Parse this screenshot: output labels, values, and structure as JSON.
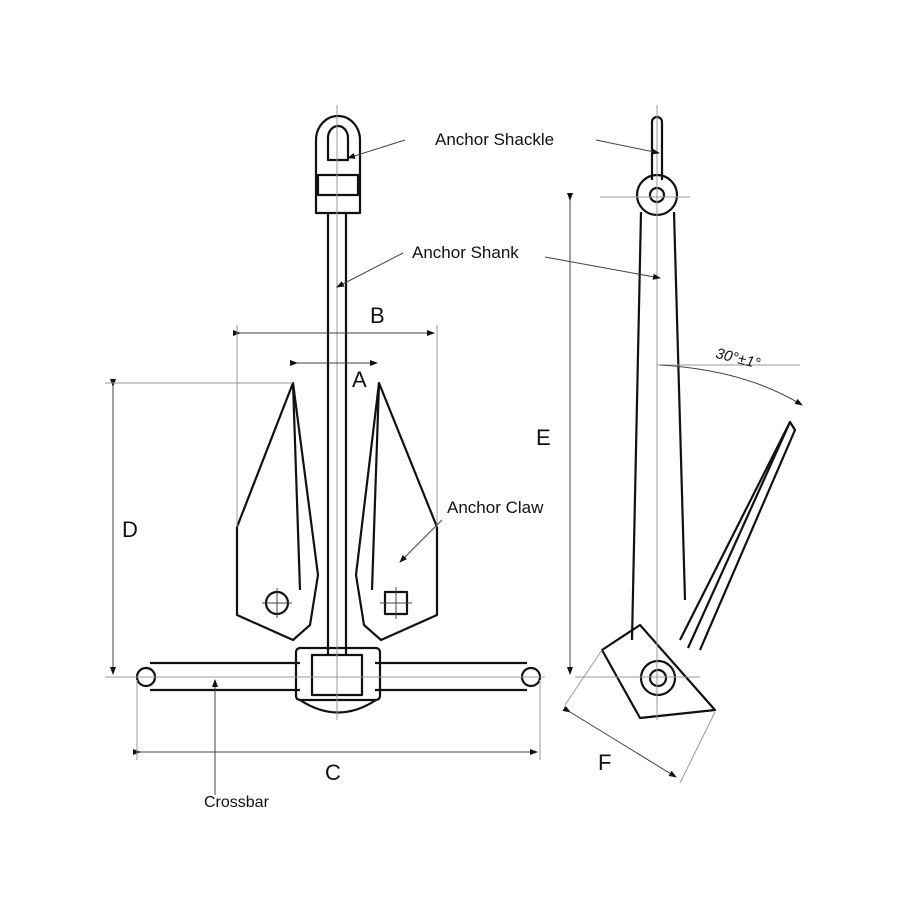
{
  "labels": {
    "shackle": "Anchor Shackle",
    "shank": "Anchor Shank",
    "claw": "Anchor Claw",
    "crossbar": "Crossbar"
  },
  "dimensions": {
    "a": "A",
    "b": "B",
    "c": "C",
    "d": "D",
    "e": "E",
    "f": "F"
  },
  "angle": "30°±1°"
}
